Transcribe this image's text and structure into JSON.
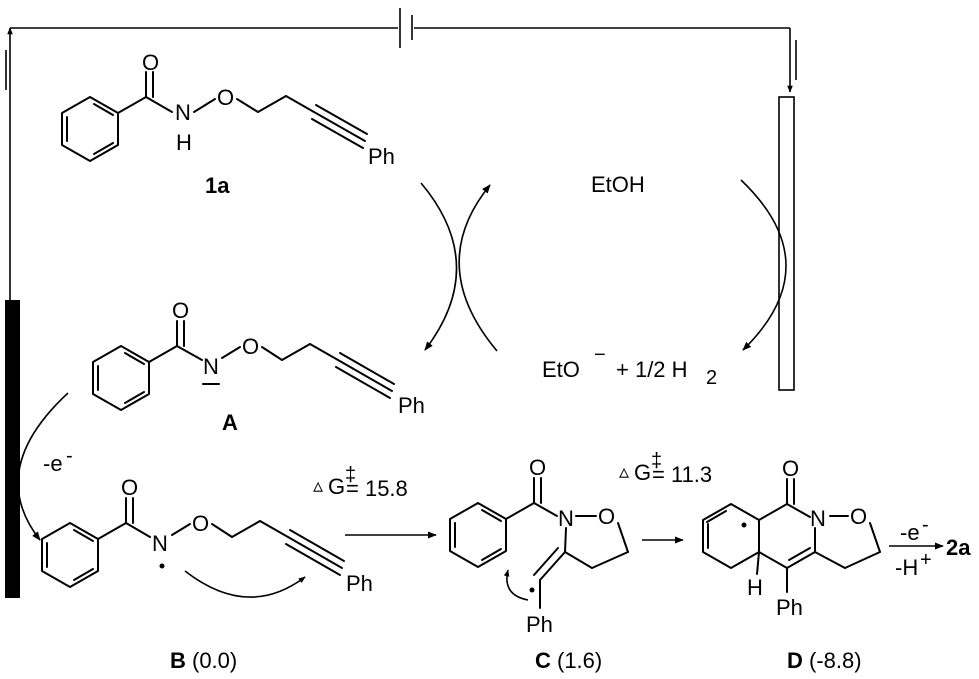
{
  "labels": {
    "compound_1a": "1a",
    "compound_A": "A",
    "compound_B": "B",
    "energy_B": "(0.0)",
    "compound_C": "C",
    "energy_C": "(1.6)",
    "compound_D": "D",
    "energy_D": "(-8.8)",
    "product_2a": "2a"
  },
  "atoms": {
    "O": "O",
    "N": "N",
    "H": "H",
    "Ph": "Ph"
  },
  "reagents": {
    "ethanol": "EtOH",
    "ethoxide": "EtO",
    "ethoxide_charge": "−",
    "hydrogen_prefix": "+ 1/2 H",
    "hydrogen_subscript": "2"
  },
  "steps": {
    "oxidation_label": "-e",
    "electron_superscript": "-",
    "final_oxidation": "-e",
    "deprotonation": "-H",
    "proton_superscript": "+"
  },
  "barriers": {
    "symbol": "G",
    "dagger": "‡",
    "delta": "▵",
    "first_value": "= 15.8",
    "second_value": "= 11.3"
  }
}
